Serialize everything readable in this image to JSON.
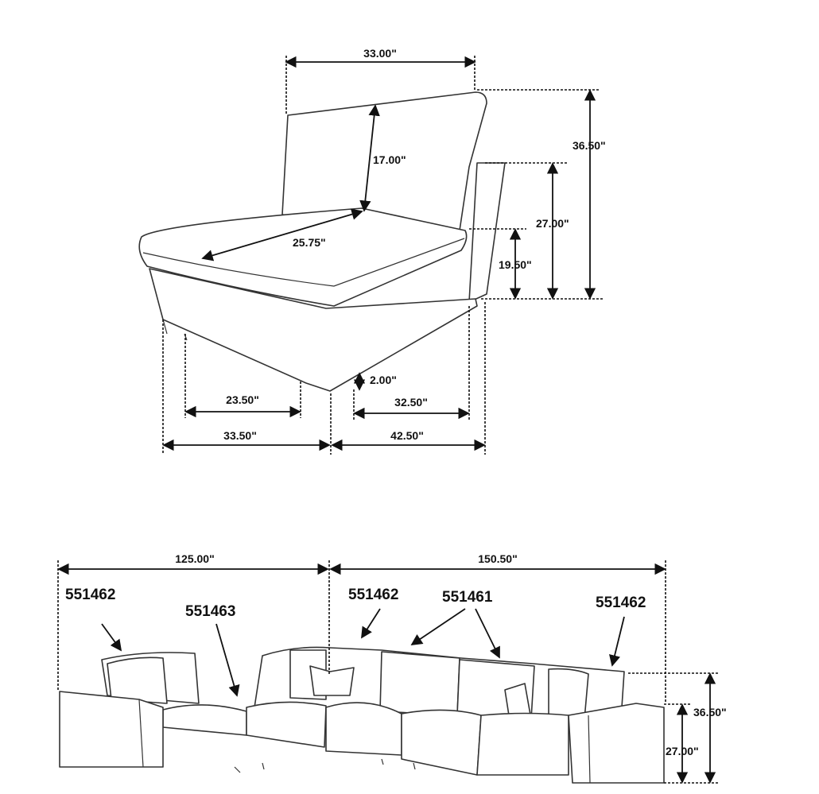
{
  "chair": {
    "dims": {
      "back_width": "33.00\"",
      "total_height": "36.50\"",
      "arm_height": "27.00\"",
      "seat_height": "19.50\"",
      "back_height": "17.00\"",
      "seat_depth": "25.75\"",
      "leg_height": "2.00\"",
      "inner_width_left": "23.50\"",
      "inner_width_right": "32.50\"",
      "outer_width_left": "33.50\"",
      "outer_width_right": "42.50\""
    }
  },
  "sectional": {
    "dims": {
      "left_length": "125.00\"",
      "right_length": "150.50\"",
      "total_height": "36.50\"",
      "arm_height": "27.00\""
    },
    "parts": [
      "551462",
      "551463",
      "551462",
      "551461",
      "551462"
    ]
  },
  "colors": {
    "line": "#333333",
    "text": "#111111"
  }
}
